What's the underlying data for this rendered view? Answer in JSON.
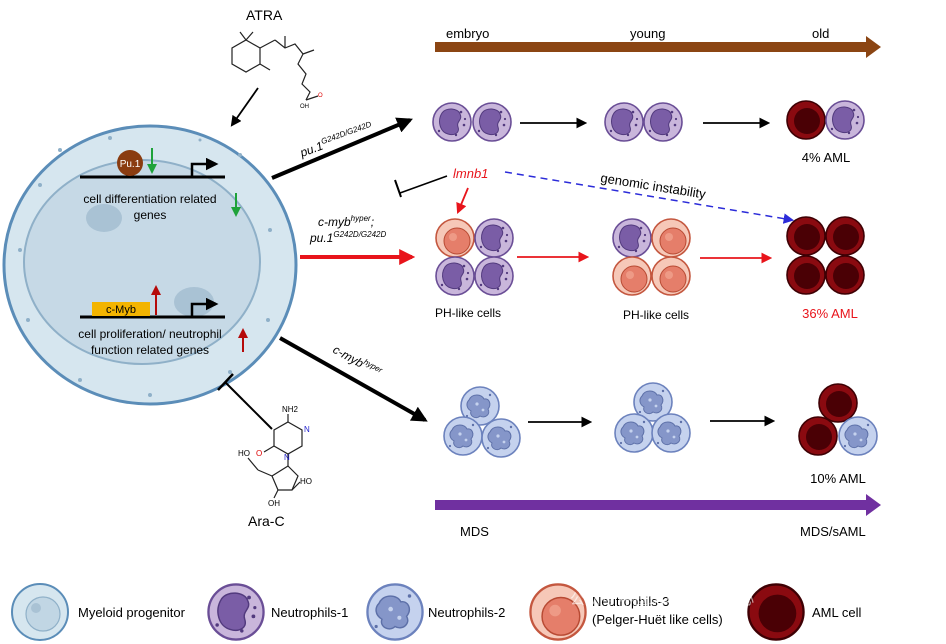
{
  "drugs": {
    "atra": "ATRA",
    "arac": "Ara-C",
    "arac_atoms": {
      "nh2": "NH2",
      "n": "N",
      "o": "O",
      "oh": "OH",
      "ho": "HO"
    }
  },
  "atra_structure": {
    "oh": "OH",
    "o": "O"
  },
  "progenitor": {
    "pu1_label": "Pu.1",
    "diff_genes": [
      "cell differentiation related",
      "genes"
    ],
    "cmyb_label": "c-Myb",
    "prolif_genes": [
      "cell proliferation/ neutrophil",
      "function related genes"
    ]
  },
  "timeline": {
    "stages": [
      "embryo",
      "young",
      "old"
    ],
    "color": "#8B4513"
  },
  "mds_bar": {
    "left": "MDS",
    "right": "MDS/sAML",
    "color": "#7030A0"
  },
  "pathways": {
    "pu1": {
      "base": "pu.1",
      "sup": "G242D/G242D"
    },
    "cmyb_pu1": {
      "line1_base": "c-myb",
      "line1_sup": "hyper",
      "line1_tail": ";",
      "line2_base": "pu.1",
      "line2_sup": "G242D/G242D"
    },
    "cmyb": {
      "base": "c-myb",
      "sup": "hyper"
    }
  },
  "annotations": {
    "lmnb1": "lmnb1",
    "genomic": "genomic instability",
    "ph_cells_1": "PH-like cells",
    "ph_cells_2": "PH-like cells"
  },
  "outcomes": {
    "aml_4": "4% AML",
    "aml_36": "36% AML",
    "aml_10": "10% AML"
  },
  "legend": [
    {
      "label": "Myeloid progenitor",
      "icon": "myeloid-progenitor-icon"
    },
    {
      "label": "Neutrophils-1",
      "icon": "neutrophil-1-icon"
    },
    {
      "label": "Neutrophils-2",
      "icon": "neutrophil-2-icon"
    },
    {
      "label": "Neutrophils-3",
      "label2": "(Pelger-Huët like cells)",
      "icon": "neutrophil-3-icon"
    },
    {
      "label": "AML cell",
      "icon": "aml-cell-icon"
    }
  ],
  "watermark": "公众号 中国斑马鱼信息中心",
  "colors": {
    "red": "#E8141B",
    "blue_dash": "#2B2BD9",
    "progenitor_fill": "#D6E6EF",
    "progenitor_edge": "#5B8DB8",
    "n1_fill": "#C9B6DB",
    "n1_nucleus": "#7A5DA6",
    "n2_fill": "#C5D2EE",
    "n2_nucleus": "#8596C9",
    "n3_fill": "#F6C8B8",
    "n3_nucleus": "#E57E6A",
    "aml_fill": "#8A0A10",
    "aml_nucleus": "#4A0005",
    "green": "#1EA23A",
    "darkred": "#B50A0A",
    "pu1_circle": "#8A3C10",
    "cmyb_box": "#F3B400"
  }
}
